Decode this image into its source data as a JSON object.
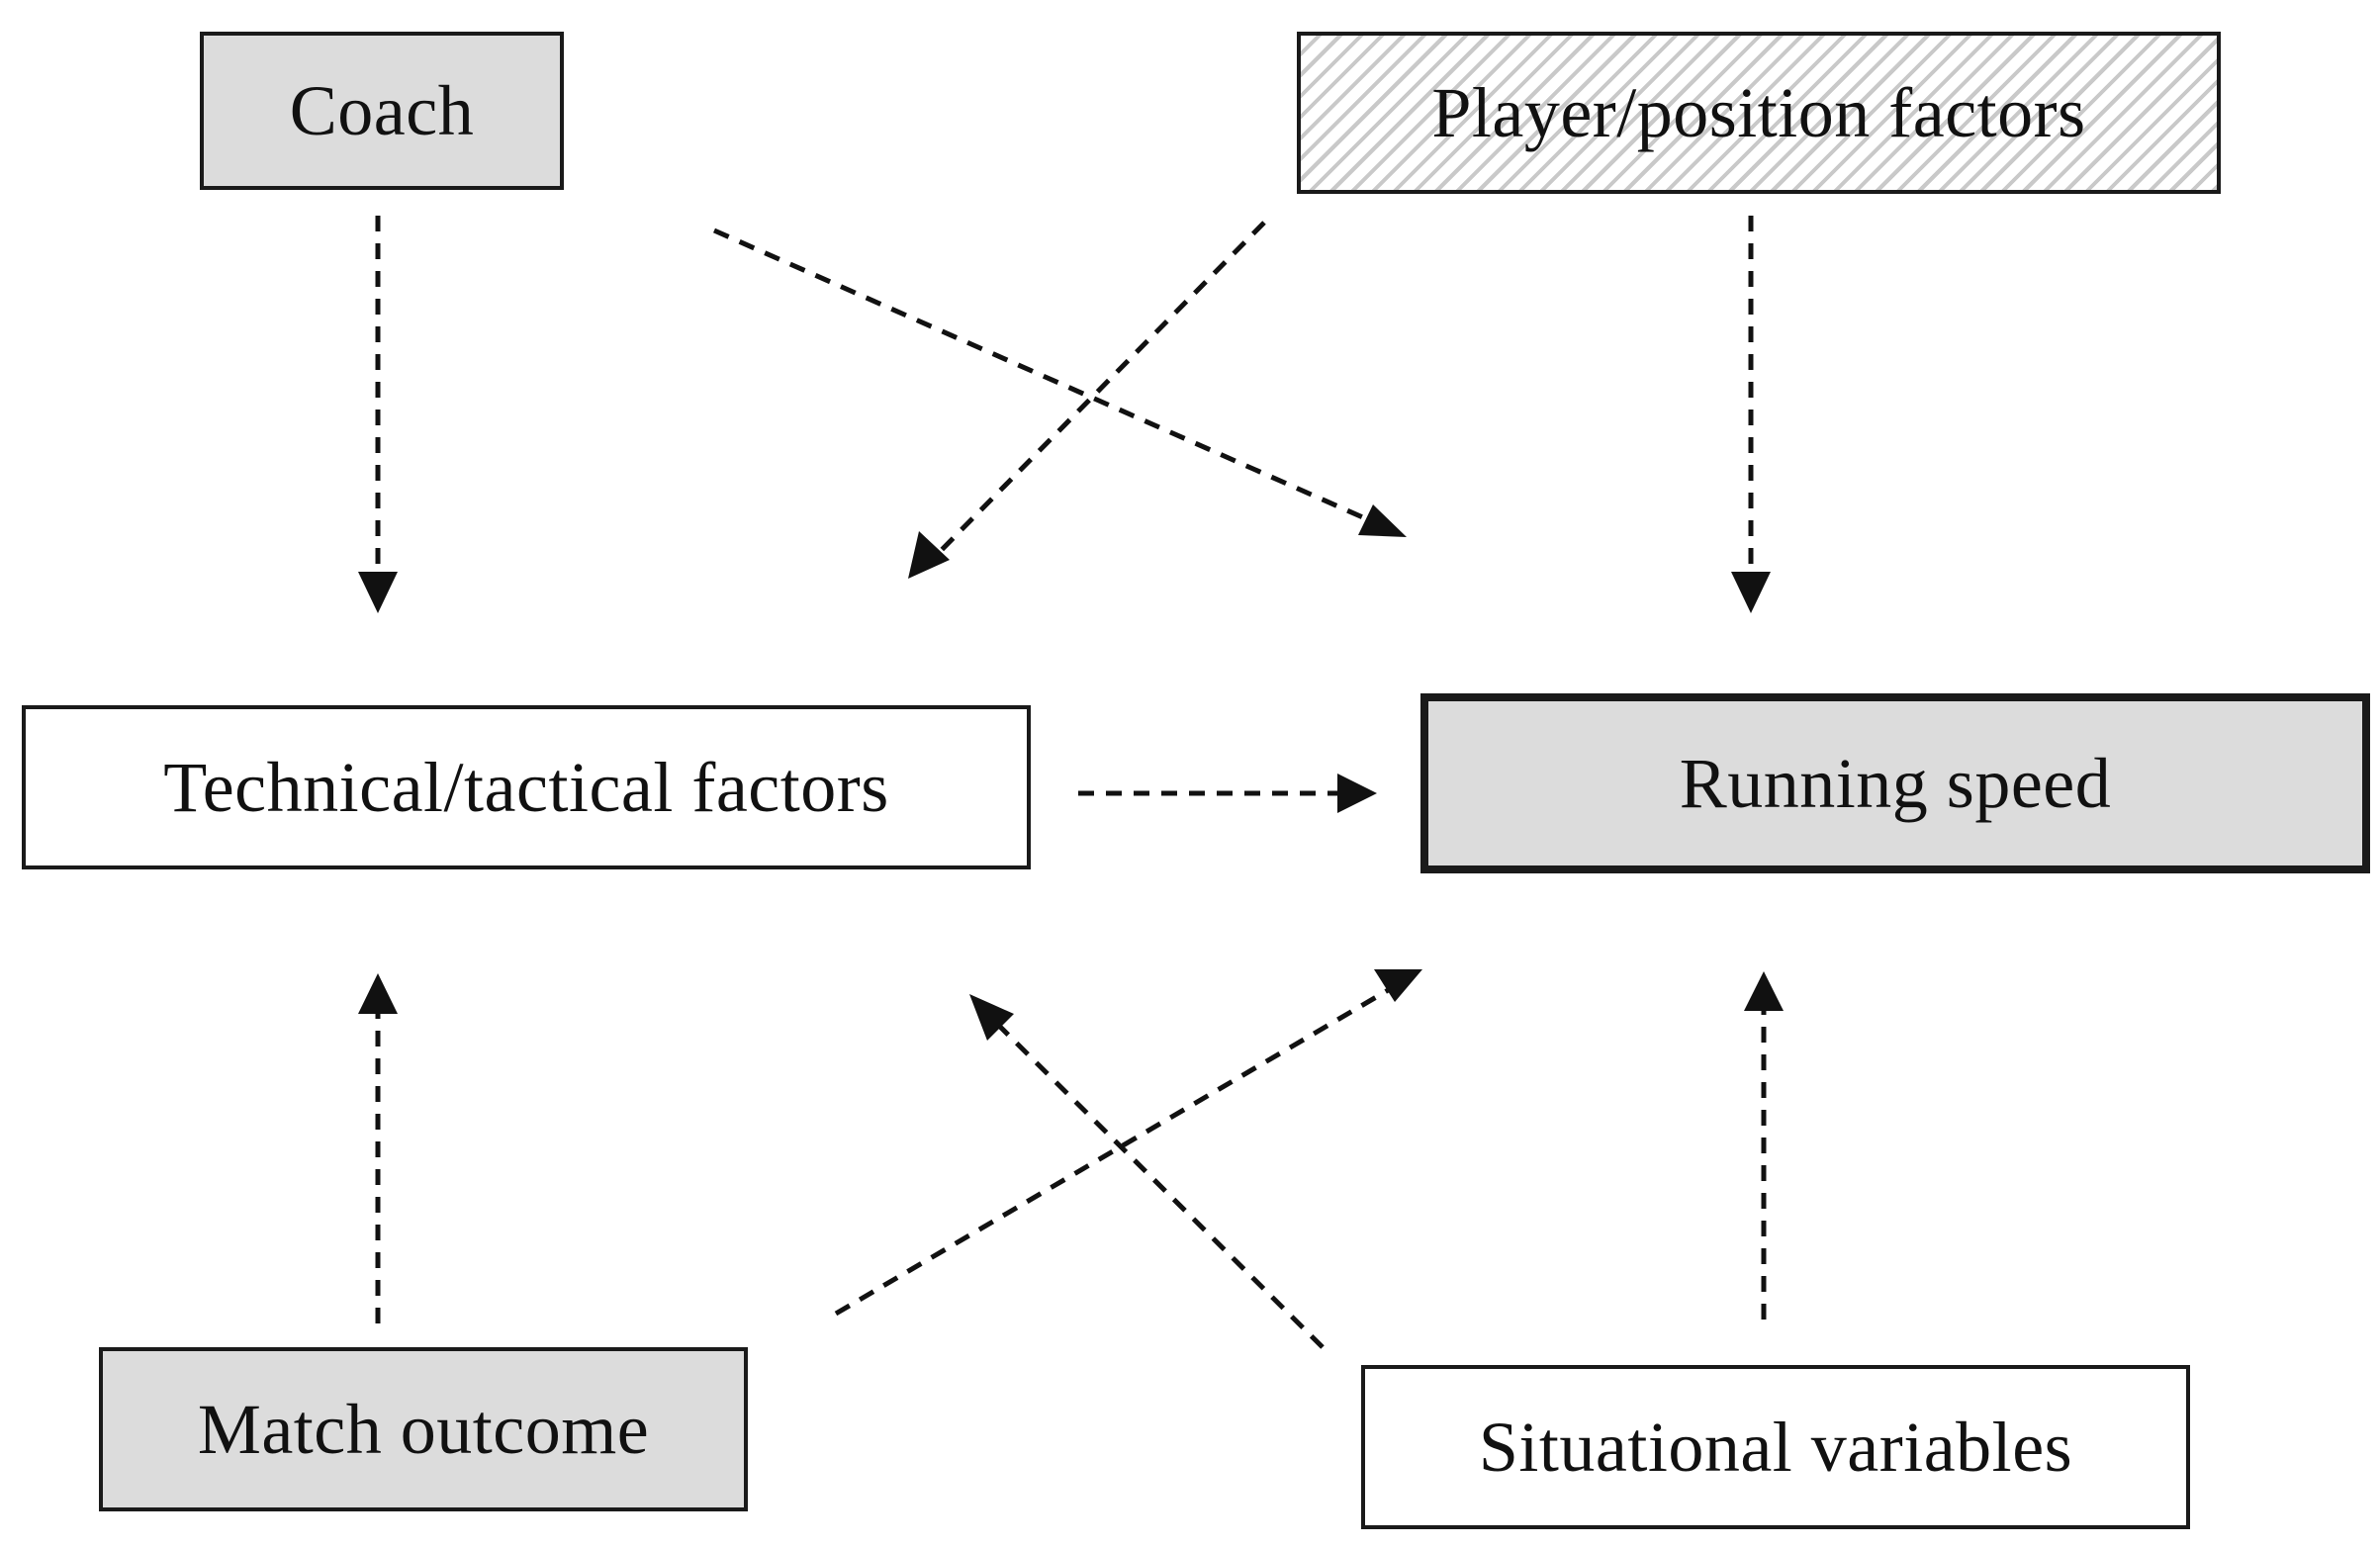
{
  "nodes": {
    "coach": "Coach",
    "player_position_factors": "Player/position factors",
    "technical_tactical_factors": "Technical/tactical factors",
    "running_speed": "Running speed",
    "match_outcome": "Match outcome",
    "situational_variables": "Situational variables"
  },
  "edges": [
    {
      "from": "coach",
      "to": "technical_tactical_factors",
      "style": "dashed"
    },
    {
      "from": "coach",
      "to": "running_speed",
      "style": "dashed"
    },
    {
      "from": "player_position_factors",
      "to": "technical_tactical_factors",
      "style": "dashed"
    },
    {
      "from": "player_position_factors",
      "to": "running_speed",
      "style": "dashed"
    },
    {
      "from": "technical_tactical_factors",
      "to": "running_speed",
      "style": "dashed"
    },
    {
      "from": "match_outcome",
      "to": "technical_tactical_factors",
      "style": "dashed"
    },
    {
      "from": "match_outcome",
      "to": "running_speed",
      "style": "dashed"
    },
    {
      "from": "situational_variables",
      "to": "technical_tactical_factors",
      "style": "dashed"
    },
    {
      "from": "situational_variables",
      "to": "running_speed",
      "style": "dashed"
    }
  ],
  "colors": {
    "box_fill_gray": "#dcdcdc",
    "line": "#111111"
  }
}
